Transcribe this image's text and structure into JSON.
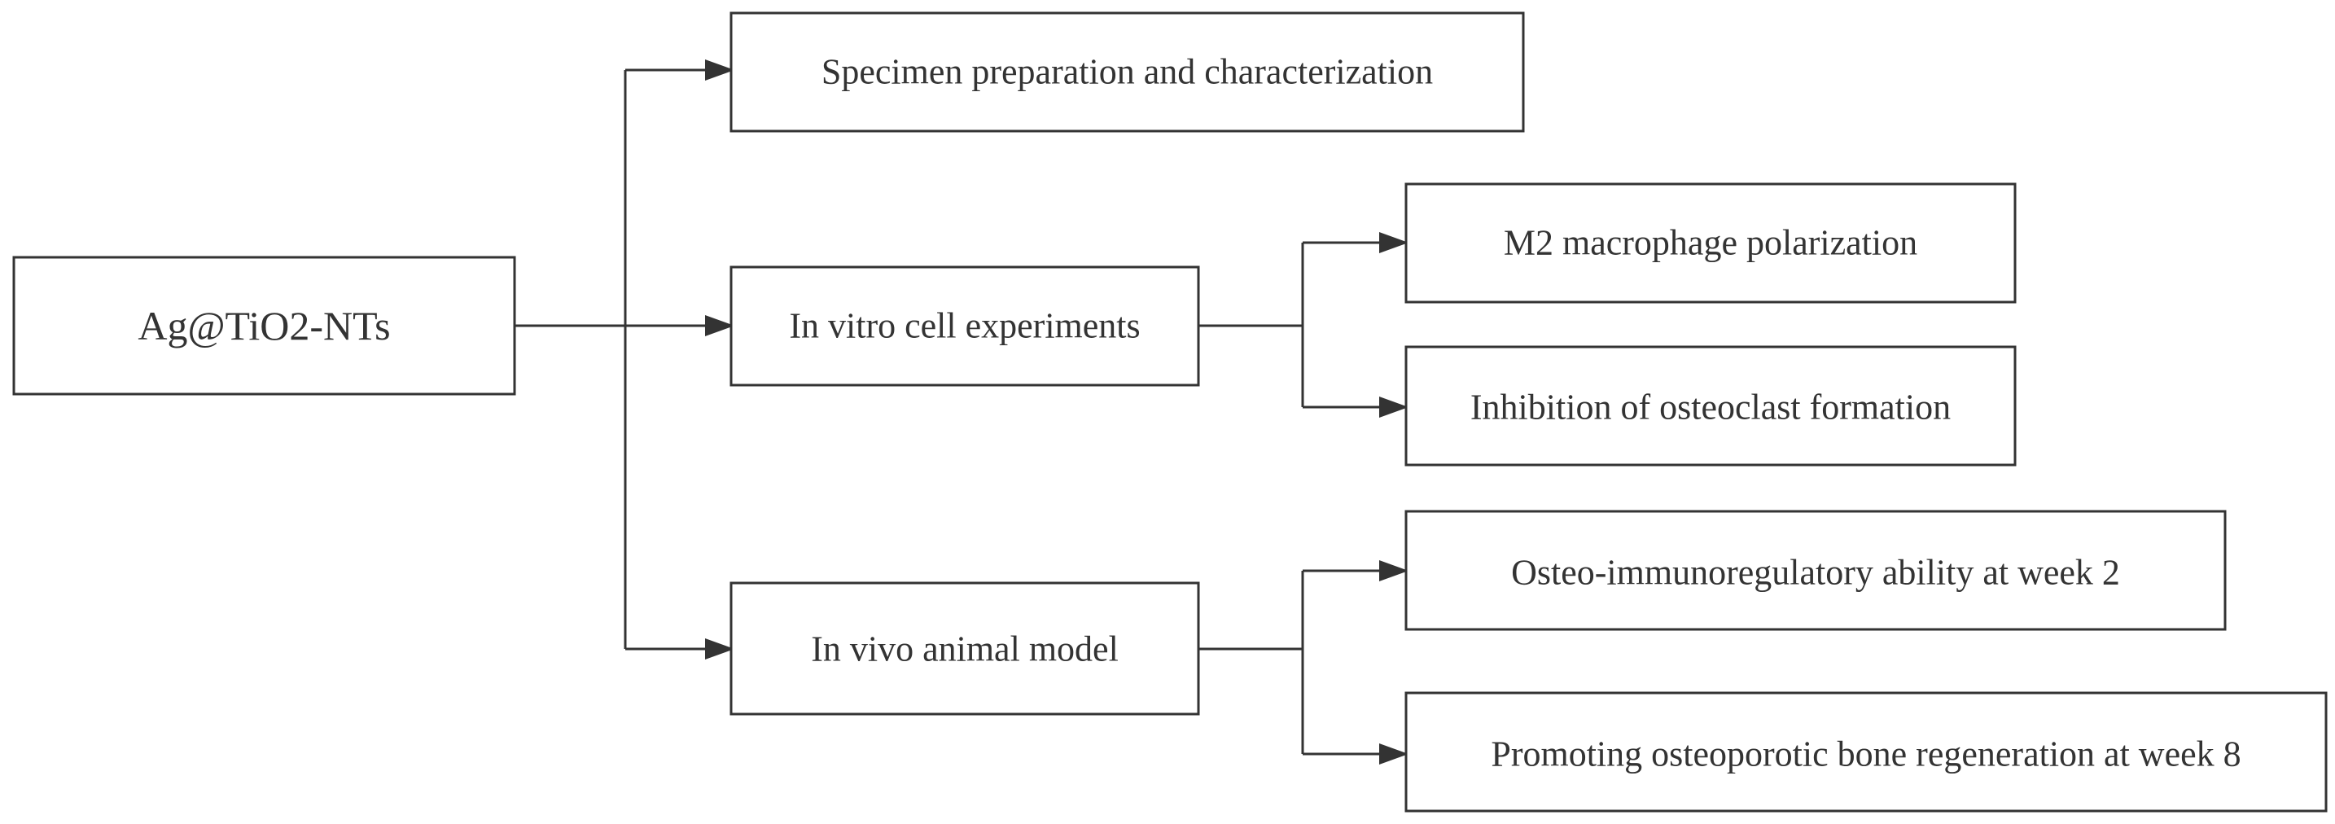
{
  "diagram": {
    "root": {
      "label": "Ag@TiO2-NTs"
    },
    "branches": [
      {
        "label": "Specimen preparation and characterization",
        "children": []
      },
      {
        "label": "In vitro cell experiments",
        "children": [
          {
            "label": "M2 macrophage polarization"
          },
          {
            "label": "Inhibition of osteoclast formation"
          }
        ]
      },
      {
        "label": "In vivo animal model",
        "children": [
          {
            "label": "Osteo-immunoregulatory ability at week 2"
          },
          {
            "label": "Promoting osteoporotic bone regeneration at week 8"
          }
        ]
      }
    ],
    "colors": {
      "stroke": "#333333",
      "text": "#333333",
      "background": "#ffffff"
    }
  }
}
